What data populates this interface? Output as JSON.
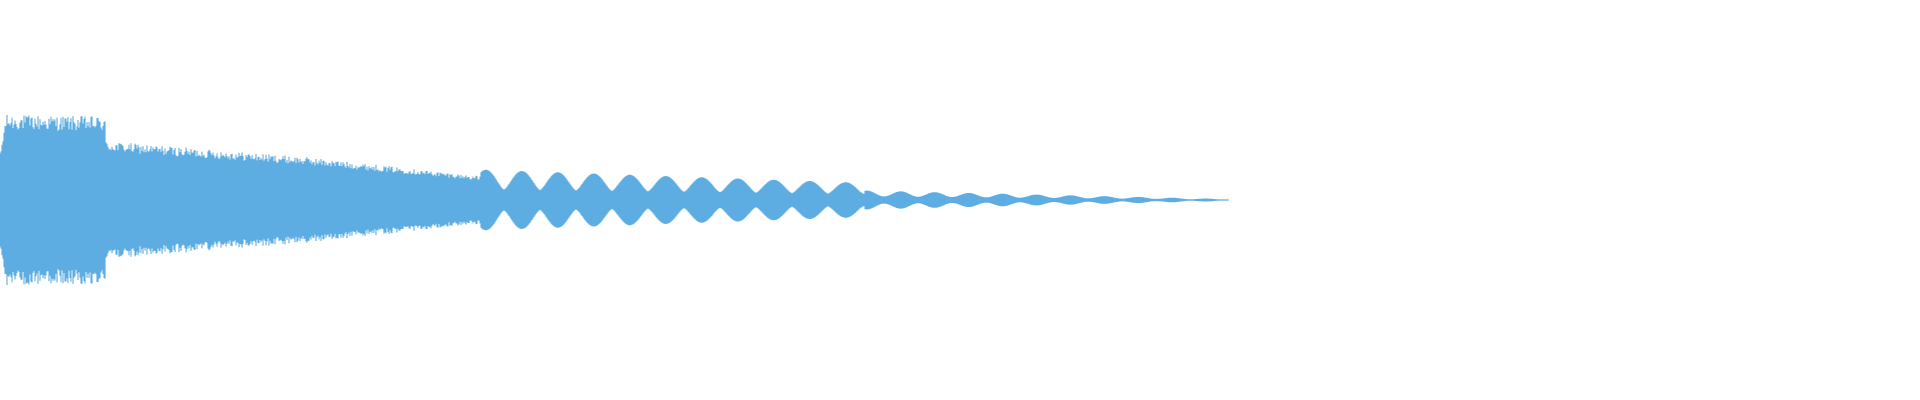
{
  "waveform": {
    "color": "#5dade2",
    "background": "#ffffff",
    "active_fraction": 0.64,
    "envelope_description_segments": [
      {
        "from": 0.0,
        "to": 0.055,
        "amplitude_start": 0.9,
        "amplitude_end": 0.88,
        "style": "dense"
      },
      {
        "from": 0.055,
        "to": 0.16,
        "amplitude_start": 0.62,
        "amplitude_end": 0.45,
        "style": "dense"
      },
      {
        "from": 0.16,
        "to": 0.25,
        "amplitude_start": 0.45,
        "amplitude_end": 0.25,
        "style": "dense"
      },
      {
        "from": 0.25,
        "to": 0.45,
        "amplitude_start": 0.32,
        "amplitude_end": 0.18,
        "style": "beats"
      },
      {
        "from": 0.45,
        "to": 0.64,
        "amplitude_start": 0.1,
        "amplitude_end": 0.01,
        "style": "tail"
      }
    ]
  }
}
